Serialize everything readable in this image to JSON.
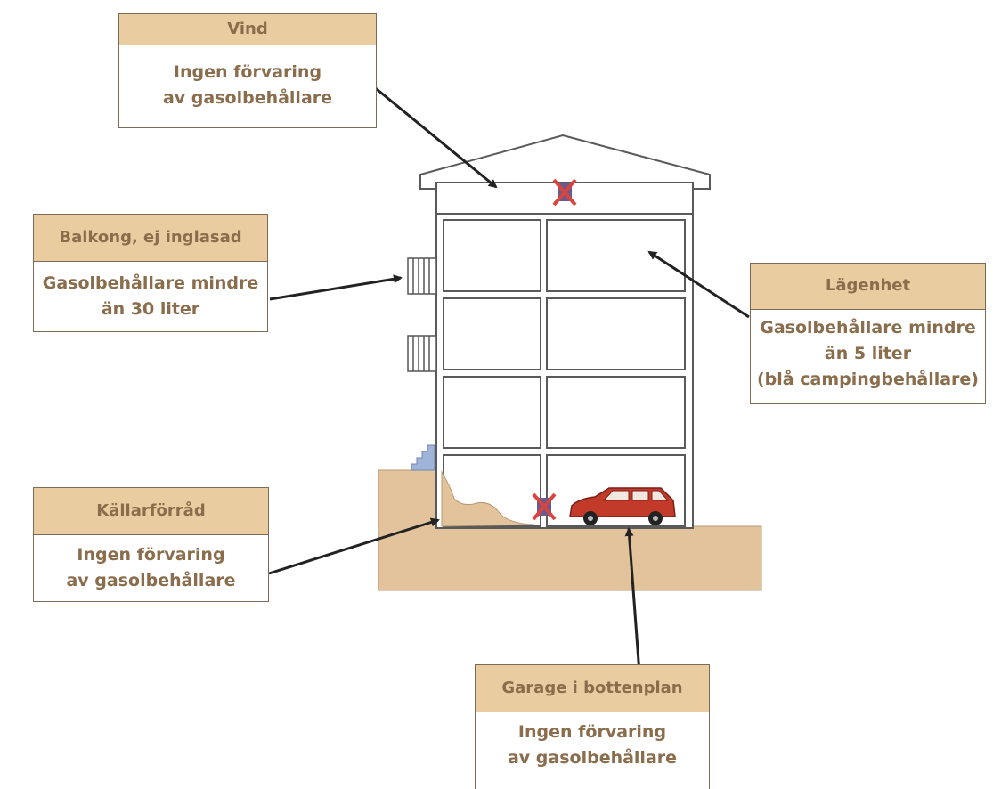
{
  "callouts": {
    "vind": {
      "title": "Vind",
      "lines": [
        "Ingen förvaring",
        "av gasolbehållare"
      ]
    },
    "balkong": {
      "title": "Balkong, ej inglasad",
      "lines": [
        "Gasolbehållare mindre",
        "än 30 liter"
      ]
    },
    "lagenhet": {
      "title": "Lägenhet",
      "lines": [
        "Gasolbehållare mindre",
        "än 5 liter",
        "(blå campingbehållare)"
      ]
    },
    "kallarforrad": {
      "title": "Källarförråd",
      "lines": [
        "Ingen förvaring",
        "av gasolbehållare"
      ]
    },
    "garage": {
      "title": "Garage i bottenplan",
      "lines": [
        "Ingen förvaring",
        "av gasolbehållare"
      ]
    }
  },
  "colors": {
    "header_fill": "#e9cda0",
    "text": "#8a6d4c",
    "ground": "#e3c39b",
    "car": "#c23a2a",
    "prohibition": "#d9443d",
    "stairs": "#9fb4d8"
  },
  "icons": [
    "prohibition-icon",
    "car-icon"
  ]
}
